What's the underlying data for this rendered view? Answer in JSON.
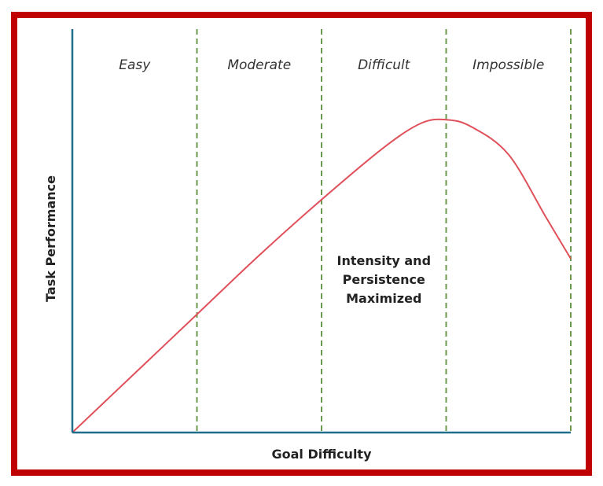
{
  "chart_data": {
    "type": "line",
    "title": "",
    "xlabel": "Goal Difficulty",
    "ylabel": "Task Performance",
    "zones": [
      "Easy",
      "Moderate",
      "Difficult",
      "Impossible"
    ],
    "zone_boundaries": [
      0,
      1,
      2,
      3,
      4
    ],
    "xlim": [
      0,
      4
    ],
    "ylim": [
      0,
      1
    ],
    "series": [
      {
        "x": [
          0,
          0.5,
          1.0,
          1.5,
          2.0,
          2.5,
          2.8,
          3.0,
          3.2,
          3.5,
          3.8,
          4.0
        ],
        "y": [
          0,
          0.17,
          0.34,
          0.51,
          0.67,
          0.82,
          0.89,
          0.9,
          0.88,
          0.8,
          0.62,
          0.5
        ]
      }
    ],
    "annotation": {
      "lines": [
        "Intensity and",
        "Persistence",
        "Maximized"
      ],
      "x": 2.0,
      "y": 0.37
    },
    "grid": false,
    "colors": {
      "line": "#e0505a",
      "axis": "#1f6e8c",
      "divider": "#6b9a4f",
      "border": "#c00000"
    }
  }
}
